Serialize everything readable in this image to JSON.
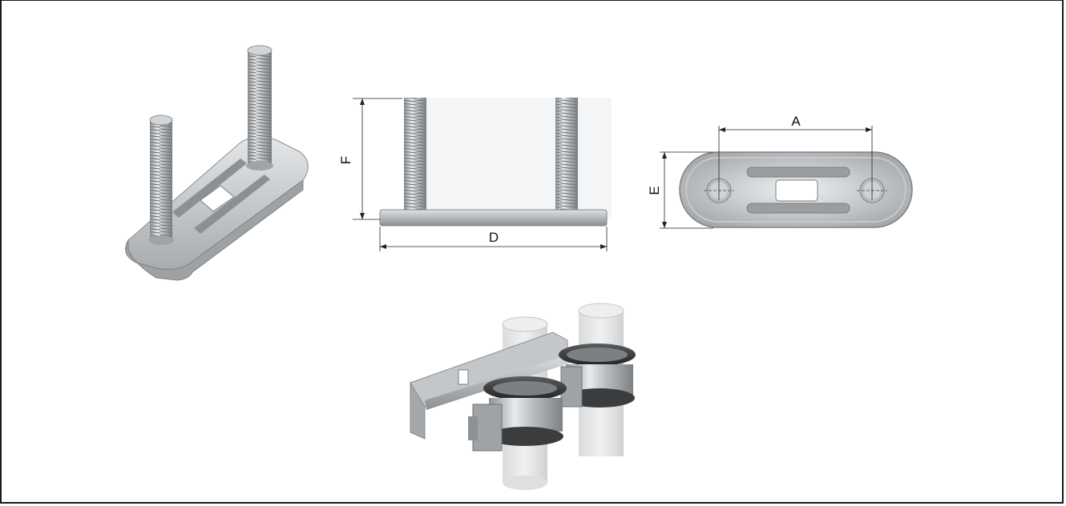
{
  "dimensions": {
    "a": "A",
    "d": "D",
    "e": "E",
    "f": "F"
  }
}
